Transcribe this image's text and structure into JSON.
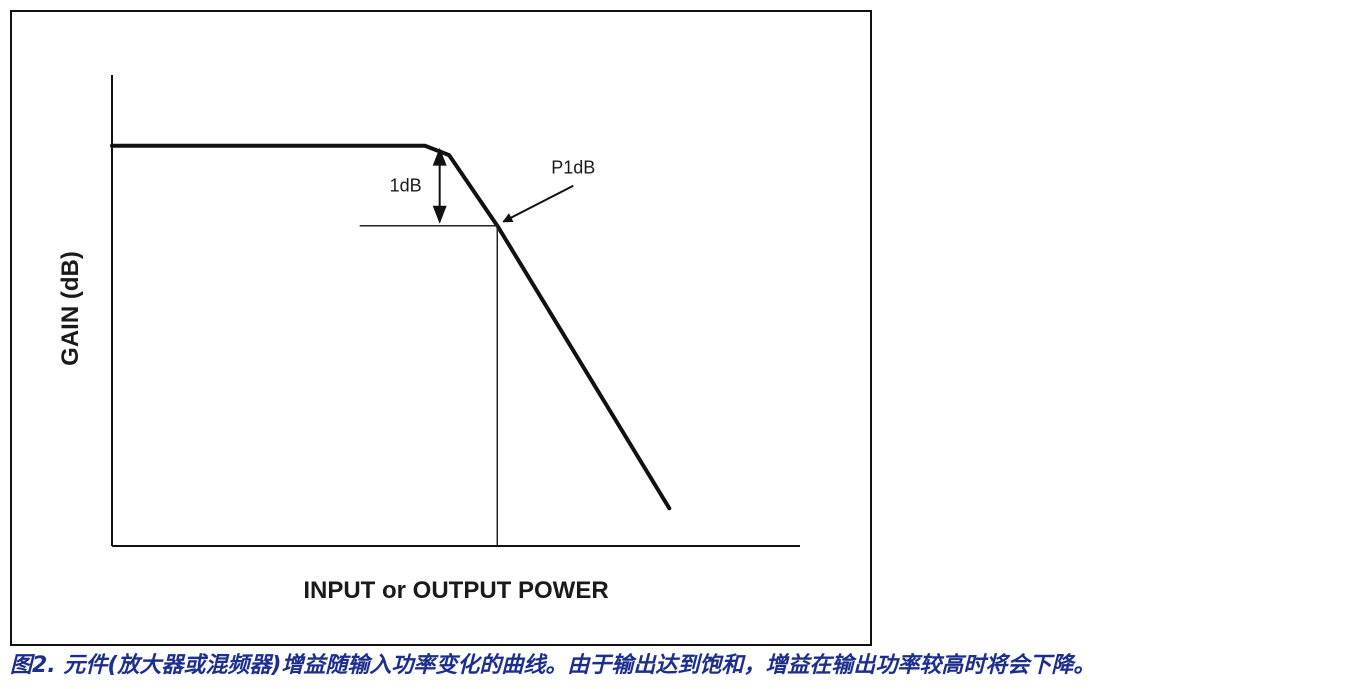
{
  "chart_data": {
    "type": "line",
    "xlabel": "INPUT or OUTPUT POWER",
    "ylabel": "GAIN (dB)",
    "xlim": [
      0,
      10
    ],
    "ylim": [
      0,
      10
    ],
    "series": [
      {
        "x": [
          0,
          4.55,
          4.9,
          5.6,
          8.1
        ],
        "y": [
          8.5,
          8.5,
          8.3,
          6.8,
          0.8
        ]
      }
    ],
    "p1db_point": {
      "x": 5.6,
      "y": 6.8
    },
    "gain_drop_reference": {
      "x": 3.6,
      "y": 6.8
    },
    "annotations": {
      "drop_label": "1dB",
      "point_label": "P1dB"
    },
    "grid": false,
    "legend": "none"
  },
  "caption": "图2. 元件(放大器或混频器)增益随输入功率变化的曲线。由于输出达到饱和，增益在输出功率较高时将会下降。"
}
